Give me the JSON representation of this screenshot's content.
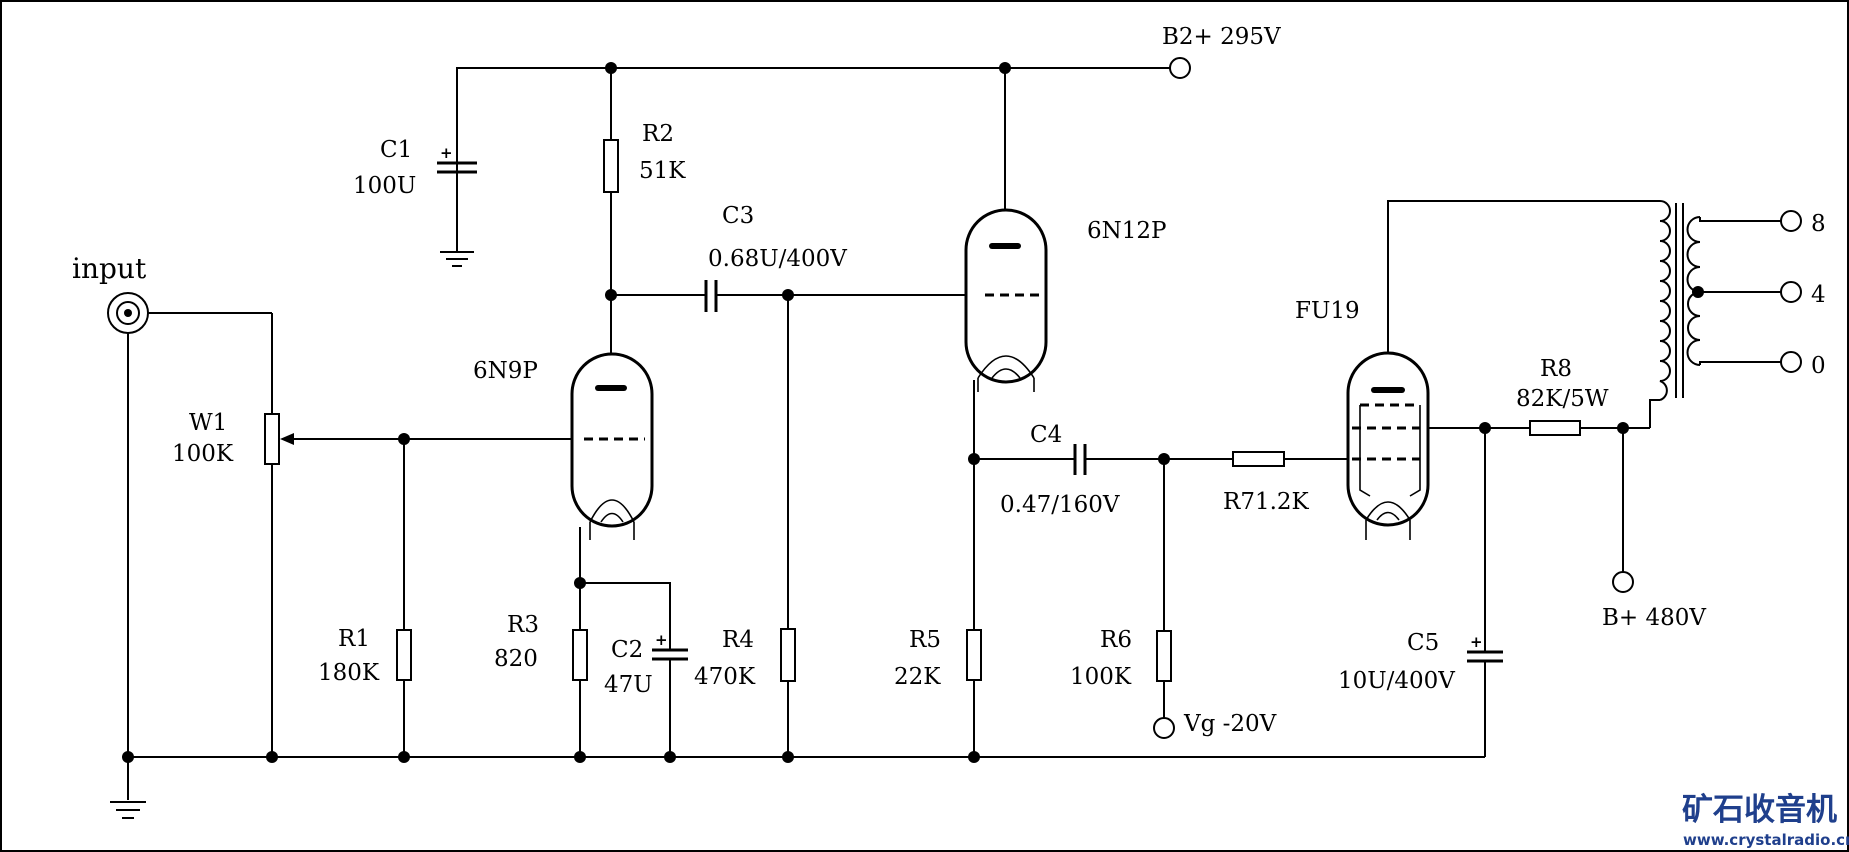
{
  "labels": {
    "input": "input",
    "b2_supply": "B2+ 295V",
    "b_supply": "B+ 480V",
    "vg_bias": "Vg -20V",
    "c1_name": "C1",
    "c1_value": "100U",
    "r2_name": "R2",
    "r2_value": "51K",
    "c3_name": "C3",
    "c3_value": "0.68U/400V",
    "tube_6n12p": "6N12P",
    "tube_6n9p": "6N9P",
    "tube_fu19": "FU19",
    "w1_name": "W1",
    "w1_value": "100K",
    "c4_name": "C4",
    "c4_value": "0.47/160V",
    "r7_label": "R71.2K",
    "r8_name": "R8",
    "r8_value": "82K/5W",
    "r1_name": "R1",
    "r1_value": "180K",
    "r3_name": "R3",
    "r3_value": "820",
    "c2_name": "C2",
    "c2_value": "47U",
    "r4_name": "R4",
    "r4_value": "470K",
    "r5_name": "R5",
    "r5_value": "22K",
    "r6_name": "R6",
    "r6_value": "100K",
    "c5_name": "C5",
    "c5_value": "10U/400V",
    "tap_8": "8",
    "tap_4": "4",
    "tap_0": "0",
    "plus_sign": "+"
  },
  "watermark": {
    "site_name": "矿石收音机",
    "url": "www.crystalradio.cn",
    "color": "#1f3f8c"
  },
  "icons": {
    "resistor": "resistor-icon",
    "capacitor": "capacitor-icon",
    "electrolytic_capacitor": "electrolytic-capacitor-icon",
    "vacuum_tube": "vacuum-tube-icon",
    "ground": "ground-icon",
    "terminal": "terminal-icon",
    "potentiometer": "potentiometer-icon",
    "output_transformer": "transformer-icon",
    "input_jack": "input-jack-icon"
  }
}
